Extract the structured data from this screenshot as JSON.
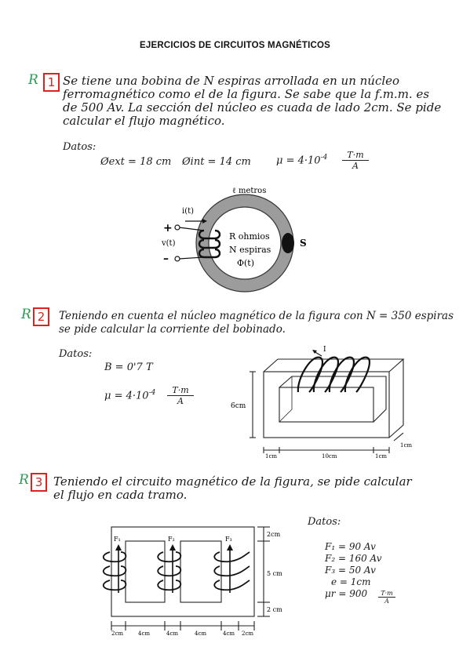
{
  "title": "EJERCICIOS DE CIRCUITOS MAGNÉTICOS",
  "ex1": {
    "mark": "R",
    "number": "1",
    "lines": [
      "Se tiene una bobina de N espiras arrollada en un núcleo",
      "ferromagnético como el de la figura. Se sabe que la f.m.m. es",
      "de 500 Av. La sección del núcleo es cuada de lado 2cm. Se pide",
      "calcular el flujo magnético."
    ],
    "datos": "Datos:",
    "d_ext": "Øext = 18 cm",
    "d_int": "Øint = 14 cm",
    "mu": "μ = 4·10",
    "mu_exp": "-4",
    "mu_num": "T·m",
    "mu_den": "A",
    "fig": {
      "len": "ℓ metros",
      "current": "i(t)",
      "plus": "+",
      "minus": "–",
      "volt": "v(t)",
      "r": "R ohmios",
      "n": "N espiras",
      "phi": "Φ(t)",
      "s": "S"
    }
  },
  "ex2": {
    "mark": "R",
    "number": "2",
    "lines": [
      "Teniendo en cuenta el núcleo magnético de la figura con N = 350 espiras",
      "se pide calcular la corriente del bobinado."
    ],
    "datos": "Datos:",
    "b": "B = 0'7 T",
    "mu": "μ = 4·10",
    "mu_exp": "-4",
    "mu_num": "T·m",
    "mu_den": "A",
    "fig": {
      "i": "I",
      "h": "6cm",
      "l1": "1cm",
      "l2": "10cm",
      "l3": "1cm",
      "d": "1cm"
    }
  },
  "ex3": {
    "mark": "R",
    "number": "3",
    "lines": [
      "Teniendo el circuito magnético de la figura, se pide calcular",
      "el flujo en cada tramo."
    ],
    "datos": "Datos:",
    "f1": "F₁ = 90 Av",
    "f2": "F₂ = 160 Av",
    "f3": "F₃ = 50 Av",
    "e": "e = 1cm",
    "mur": "μr = 900",
    "mur_num": "T·m",
    "mur_den": "A",
    "fig": {
      "v1": "2cm",
      "v2": "5 cm",
      "v3": "2 cm",
      "h1": "2cm",
      "h2": "4cm",
      "h3": "4cm",
      "h4": "4cm",
      "h5": "4cm",
      "h6": "2cm",
      "m1": "F₁",
      "m2": "F₂",
      "m3": "F₃"
    }
  }
}
